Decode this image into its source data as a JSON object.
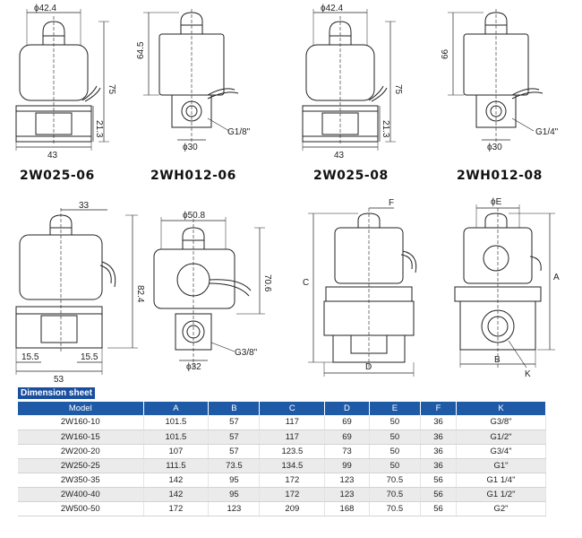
{
  "drawings": {
    "valve1": {
      "dia_top": "ϕ42.4",
      "height": "75",
      "base_h": "21.3",
      "width": "43"
    },
    "valve2": {
      "height": "64.5",
      "port": "G1/8\"",
      "dia": "ϕ30"
    },
    "valve3": {
      "dia_top": "ϕ42.4",
      "height": "75",
      "base_h": "21.3",
      "width": "43"
    },
    "valve4": {
      "height": "66",
      "port": "G1/4\"",
      "dia": "ϕ30"
    },
    "valve5": {
      "top": "33",
      "height": "82.4",
      "left": "15.5",
      "right": "15.5",
      "width": "53"
    },
    "valve6": {
      "dia_top": "ϕ50.8",
      "height": "70.6",
      "port": "G3/8\"",
      "dia": "ϕ32"
    },
    "valve7": {
      "f": "F",
      "c": "C",
      "d": "D"
    },
    "valve8": {
      "e": "ϕE",
      "a": "A",
      "b": "B",
      "k": "K"
    }
  },
  "models": [
    "2W025-06",
    "2WH012-06",
    "2W025-08",
    "2WH012-08"
  ],
  "sheet_title": "Dimension sheet",
  "table": {
    "headers": [
      "Model",
      "A",
      "B",
      "C",
      "D",
      "E",
      "F",
      "K"
    ],
    "rows": [
      [
        "2W160-10",
        "101.5",
        "57",
        "117",
        "69",
        "50",
        "36",
        "G3/8\""
      ],
      [
        "2W160-15",
        "101.5",
        "57",
        "117",
        "69",
        "50",
        "36",
        "G1/2\""
      ],
      [
        "2W200-20",
        "107",
        "57",
        "123.5",
        "73",
        "50",
        "36",
        "G3/4\""
      ],
      [
        "2W250-25",
        "111.5",
        "73.5",
        "134.5",
        "99",
        "50",
        "36",
        "G1\""
      ],
      [
        "2W350-35",
        "142",
        "95",
        "172",
        "123",
        "70.5",
        "56",
        "G1 1/4\""
      ],
      [
        "2W400-40",
        "142",
        "95",
        "172",
        "123",
        "70.5",
        "56",
        "G1 1/2\""
      ],
      [
        "2W500-50",
        "172",
        "123",
        "209",
        "168",
        "70.5",
        "56",
        "G2\""
      ]
    ]
  }
}
